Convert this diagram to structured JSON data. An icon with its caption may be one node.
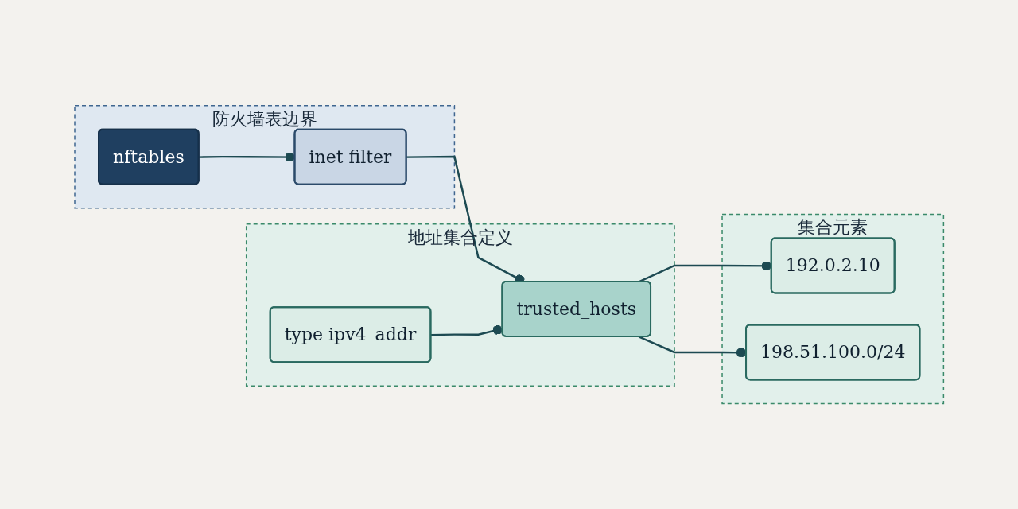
{
  "diagram": {
    "nodes": [
      {
        "text": [
          "防火墙表边界"
        ]
      },
      {
        "text": [
          "nftables"
        ],
        "in": 0
      },
      {
        "text": [
          "inet filter"
        ],
        "in": 0
      },
      {
        "text": [
          "地址集合定义"
        ]
      },
      {
        "text": [
          "trusted_hosts"
        ],
        "in": 3
      },
      {
        "text": [
          "type ipv4_addr"
        ],
        "in": 3
      },
      {
        "text": [
          "集合元素"
        ]
      },
      {
        "text": [
          "192.0.2.10"
        ],
        "in": 6
      },
      {
        "text": [
          "198.51.100.0/24"
        ],
        "in": 6
      }
    ],
    "edges": [
      {
        "from": 1,
        "to": 2,
        "arrow": "other"
      },
      {
        "from": 2,
        "to": 4,
        "arrow": "other"
      },
      {
        "from": 5,
        "to": 4,
        "arrow": "other"
      },
      {
        "from": 4,
        "to": 7,
        "arrow": "other"
      },
      {
        "from": 4,
        "to": 8,
        "arrow": "other"
      }
    ]
  }
}
